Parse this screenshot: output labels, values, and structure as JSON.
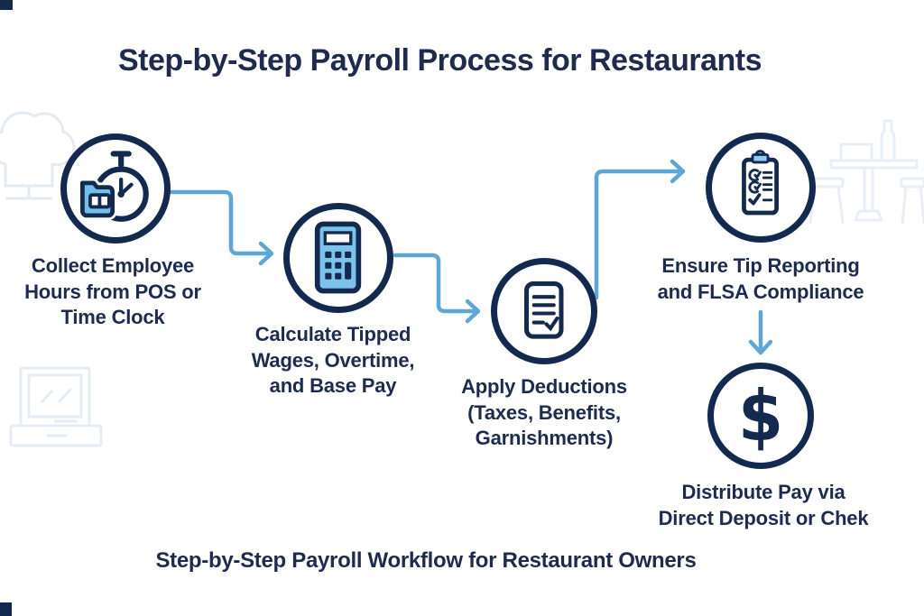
{
  "title": "Step-by-Step Payroll Process for Restaurants",
  "caption": "Step-by-Step Payroll Workflow for Restaurant Owners",
  "colors": {
    "navy": "#14294e",
    "text": "#1d2b4e",
    "icon_light_blue": "#7cc3ec",
    "connector_blue": "#5ea6d8",
    "watermark": "#e6ecf3",
    "background": "#ffffff"
  },
  "steps": [
    {
      "name": "collect-hours",
      "icon": "stopwatch-folder-icon",
      "label": "Collect Employee\nHours from POS or\nTime Clock"
    },
    {
      "name": "calculate-wages",
      "icon": "calculator-icon",
      "label": "Calculate Tipped\nWages, Overtime,\nand Base Pay"
    },
    {
      "name": "apply-deductions",
      "icon": "document-check-icon",
      "label": "Apply Deductions\n(Taxes, Benefits,\nGarnishments)"
    },
    {
      "name": "tip-reporting",
      "icon": "clipboard-checklist-icon",
      "label": "Ensure Tip Reporting\nand FLSA Compliance"
    },
    {
      "name": "distribute-pay",
      "icon": "dollar-sign-icon",
      "label": "Distribute Pay via\nDirect Deposit or Chek",
      "symbol": "$"
    }
  ],
  "watermarks": [
    "chef-hat",
    "pos-terminal",
    "restaurant-table"
  ]
}
